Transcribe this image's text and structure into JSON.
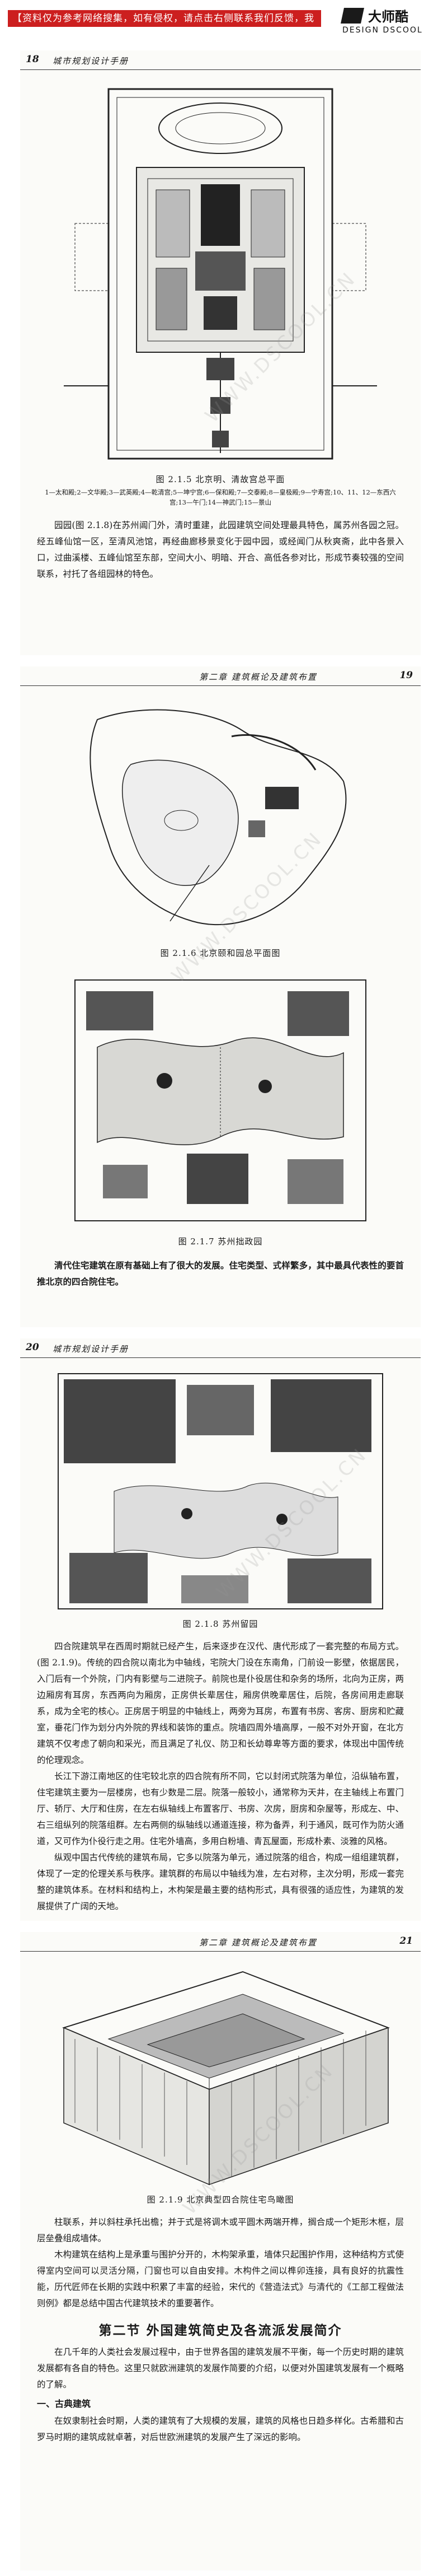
{
  "banner": {
    "text": "【资料仅为参考网络搜集，如有侵权，请点击右侧联系我们反馈，我们立即撤稿】"
  },
  "logo": {
    "name": "大师酷",
    "sub": "DESIGN DSCOOL"
  },
  "watermark": "WWW.DSCOOL.CN",
  "page1": {
    "page_number": "18",
    "running_title": "城市规划设计手册",
    "figure_caption": "图 2.1.5  北京明、清故宫总平面",
    "figure_legend": "1—太和殿;2—文华殿;3—武英殿;4—乾清宫;5—坤宁宫;6—保和殿;7—交泰殿;8—皇极殿;9—宁寿宫;10、11、12—东西六宫;13—午门;14—神武门;15—景山",
    "paragraph": "园园(图 2.1.8)在苏州阊门外，清时重建，此园建筑空间处理最具特色，属苏州各园之冠。经五峰仙馆一区，至清风池馆，再经曲廊移景变化于园中园，或经闻门从秋爽斋，此中各景入口，过曲溪楼、五峰仙馆至东部，空间大小、明暗、开合、高低各参对比，形成节奏较强的空间联系，衬托了各组园林的特色。"
  },
  "page2": {
    "page_number": "19",
    "running_title": "第二章  建筑概论及建筑布置",
    "figure1_caption": "图 2.1.6  北京颐和园总平面图",
    "figure2_caption": "图 2.1.7  苏州拙政园",
    "paragraph": "清代住宅建筑在原有基础上有了很大的发展。住宅类型、式样繁多，其中最具代表性的要首推北京的四合院住宅。"
  },
  "page3": {
    "page_number": "20",
    "running_title": "城市规划设计手册",
    "figure_caption": "图 2.1.8  苏州留园",
    "paragraph1": "四合院建筑早在西周时期就已经产生，后来逐步在汉代、唐代形成了一套完整的布局方式。(图 2.1.9)。传统的四合院以南北为中轴线，宅院大门设在东南角，门前设一影壁，依据居民，入门后有一个外院，门内有影壁与二进院子。前院也是仆役居住和杂务的场所，北向为正房，两边厢房有耳房，东西两向为厢房，正房供长辈居住，厢房供晚辈居住，后院，各房间用走廊联系，成为全宅的核心。正房居于明显的中轴线上，两旁为耳房，布置有书房、客房、厨房和贮藏室，垂花门作为划分内外院的界线和装饰的重点。院墙四周外墙高厚，一般不对外开窗，在北方建筑不仅考虑了朝向和采光，而且满足了礼仪、防卫和长幼尊卑等方面的要求，体现出中国传统的伦理观念。",
    "paragraph2": "长江下游江南地区的住宅较北京的四合院有所不同，它以封闭式院落为单位，沿纵轴布置，住宅建筑主要为一层楼房，也有少数是二层。院落一般较小，通常称为天井，在主轴线上布置门厅、轿厅、大厅和住房，在左右纵轴线上布置客厅、书房、次房，厨房和杂屋等，形成左、中、右三组纵列的院落组群。左右两侧的纵轴线以通道连接，称为备弄，利于通风，既可作为防火通道，又可作为仆役行走之用。住宅外墙高，多用白粉墙、青瓦屋面，形成朴素、淡雅的风格。",
    "paragraph3": "纵观中国古代传统的建筑布局，它多以院落为单元，通过院落的组合，构成一组组建筑群，体现了一定的伦理关系与秩序。建筑群的布局以中轴线为准，左右对称，主次分明，形成一套完整的建筑体系。在材料和结构上，木构架是最主要的结构形式，具有很强的适应性，为建筑的发展提供了广阔的天地。"
  },
  "page4": {
    "page_number": "21",
    "running_title": "第二章  建筑概论及建筑布置",
    "figure_caption": "图 2.1.9  北京典型四合院住宅鸟瞰图",
    "paragraph1": "柱联系，并以斜柱承托出檐；并于式是将调木或平圆木两端开榫，搁合成一个矩形木框，层层垒叠组成墙体。",
    "paragraph2": "木构建筑在结构上是承重与围护分开的，木构架承重，墙体只起围护作用，这种结构方式使得室内空间可以灵活分隔，门窗也可以自由安排。木构件之间以榫卯连接，具有良好的抗震性能，历代匠师在长期的实践中积累了丰富的经验，宋代的《营造法式》与清代的《工部工程做法则例》都是总结中国古代建筑技术的重要著作。",
    "section_title": "第二节  外国建筑简史及各流派发展简介",
    "section_intro": "在几千年的人类社会发展过程中，由于世界各国的建筑发展不平衡，每一个历史时期的建筑发展都有各自的特色。这里只就欧洲建筑的发展作简要的介绍，以便对外国建筑发展有一个概略的了解。",
    "sub_title": "一、古典建筑",
    "sub_paragraph": "在奴隶制社会时期，人类的建筑有了大规模的发展，建筑的风格也日趋多样化。古希腊和古罗马时期的建筑成就卓著，对后世欧洲建筑的发展产生了深远的影响。"
  }
}
